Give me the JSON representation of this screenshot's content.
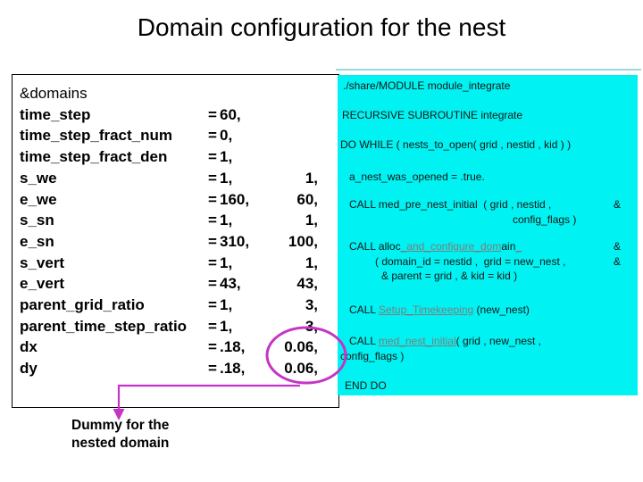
{
  "title": "Domain configuration for the nest",
  "namelist": {
    "header": "&domains",
    "rows": [
      {
        "name": "time_step",
        "eq": "=",
        "v1": "60,",
        "v2": ""
      },
      {
        "name": "time_step_fract_num",
        "eq": "=",
        "v1": "0,",
        "v2": ""
      },
      {
        "name": "time_step_fract_den",
        "eq": "=",
        "v1": "1,",
        "v2": ""
      },
      {
        "name": "s_we",
        "eq": "=",
        "v1": "1,",
        "v2": "1,"
      },
      {
        "name": "e_we",
        "eq": "=",
        "v1": "160,",
        "v2": "60,"
      },
      {
        "name": "s_sn",
        "eq": "=",
        "v1": "1,",
        "v2": "1,"
      },
      {
        "name": "e_sn",
        "eq": "=",
        "v1": "310,",
        "v2": "100,"
      },
      {
        "name": "s_vert",
        "eq": "=",
        "v1": "1,",
        "v2": "1,"
      },
      {
        "name": "e_vert",
        "eq": "=",
        "v1": "43,",
        "v2": "43,"
      },
      {
        "name": "parent_grid_ratio",
        "eq": "=",
        "v1": "1,",
        "v2": "3,"
      },
      {
        "name": "parent_time_step_ratio",
        "eq": "=",
        "v1": "1,",
        "v2": "3,"
      },
      {
        "name": "dx",
        "eq": "=",
        "v1": ".18,",
        "v2": "0.06,"
      },
      {
        "name": "dy",
        "eq": "=",
        "v1": ".18,",
        "v2": "0.06,"
      }
    ]
  },
  "code_box": {
    "path_line": "./share/MODULE module_integrate",
    "subroutine_line": "RECURSIVE SUBROUTINE integrate",
    "dowhile_line": "DO WHILE ( nests_to_open( grid , nestid , kid ) )",
    "opened_line": "a_nest_was_opened = .true.",
    "call1": "CALL med_pre_nest_initial  ( grid , nestid ,",
    "call1_cont": "config_flags )",
    "call2_pre": "CALL alloc",
    "call2_link": "_and_configure_dom",
    "call2_post": "ain",
    "call2_tail": "_",
    "call2_args1": "( domain_id = nestid ,  grid = new_nest ,",
    "call2_args2": "& parent = grid , & kid = kid )",
    "call3_pre": "CALL ",
    "call3_link": "Setup_Timekeeping",
    "call3_post": " (new_nest)",
    "call4_pre": "CALL ",
    "call4_link": "med_nest_initial",
    "call4_post": "( grid , new_nest ,",
    "call4_cont": "config_flags )",
    "enddo_line": "END DO",
    "amp": "&"
  },
  "callout": {
    "line1": "Dummy for the",
    "line2": "nested domain"
  },
  "colors": {
    "code_box_bg": "#00f2f2",
    "annotation_magenta": "#c535c5",
    "link_gray": "#7d7d7d"
  }
}
